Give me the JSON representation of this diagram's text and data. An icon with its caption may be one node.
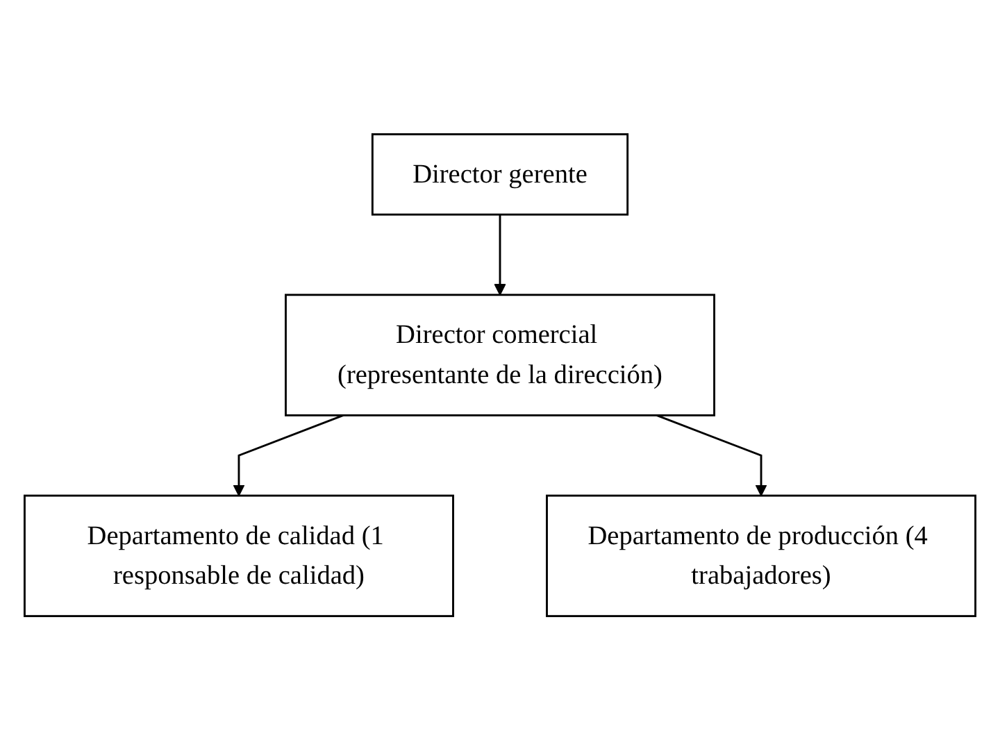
{
  "diagram": {
    "nodes": [
      {
        "text": [
          "Director gerente"
        ]
      },
      {
        "text": [
          "Director comercial (representante de la dirección)"
        ]
      },
      {
        "text": [
          "Departamento de calidad (1 responsable de calidad)"
        ]
      },
      {
        "text": [
          "Departamento de producción (4 trabajadores)"
        ]
      }
    ],
    "edges": [
      {
        "from": 0,
        "to": 1,
        "arrow": "to"
      },
      {
        "from": 1,
        "to": 2,
        "arrow": "to"
      },
      {
        "from": 1,
        "to": 3,
        "arrow": "to"
      }
    ]
  }
}
